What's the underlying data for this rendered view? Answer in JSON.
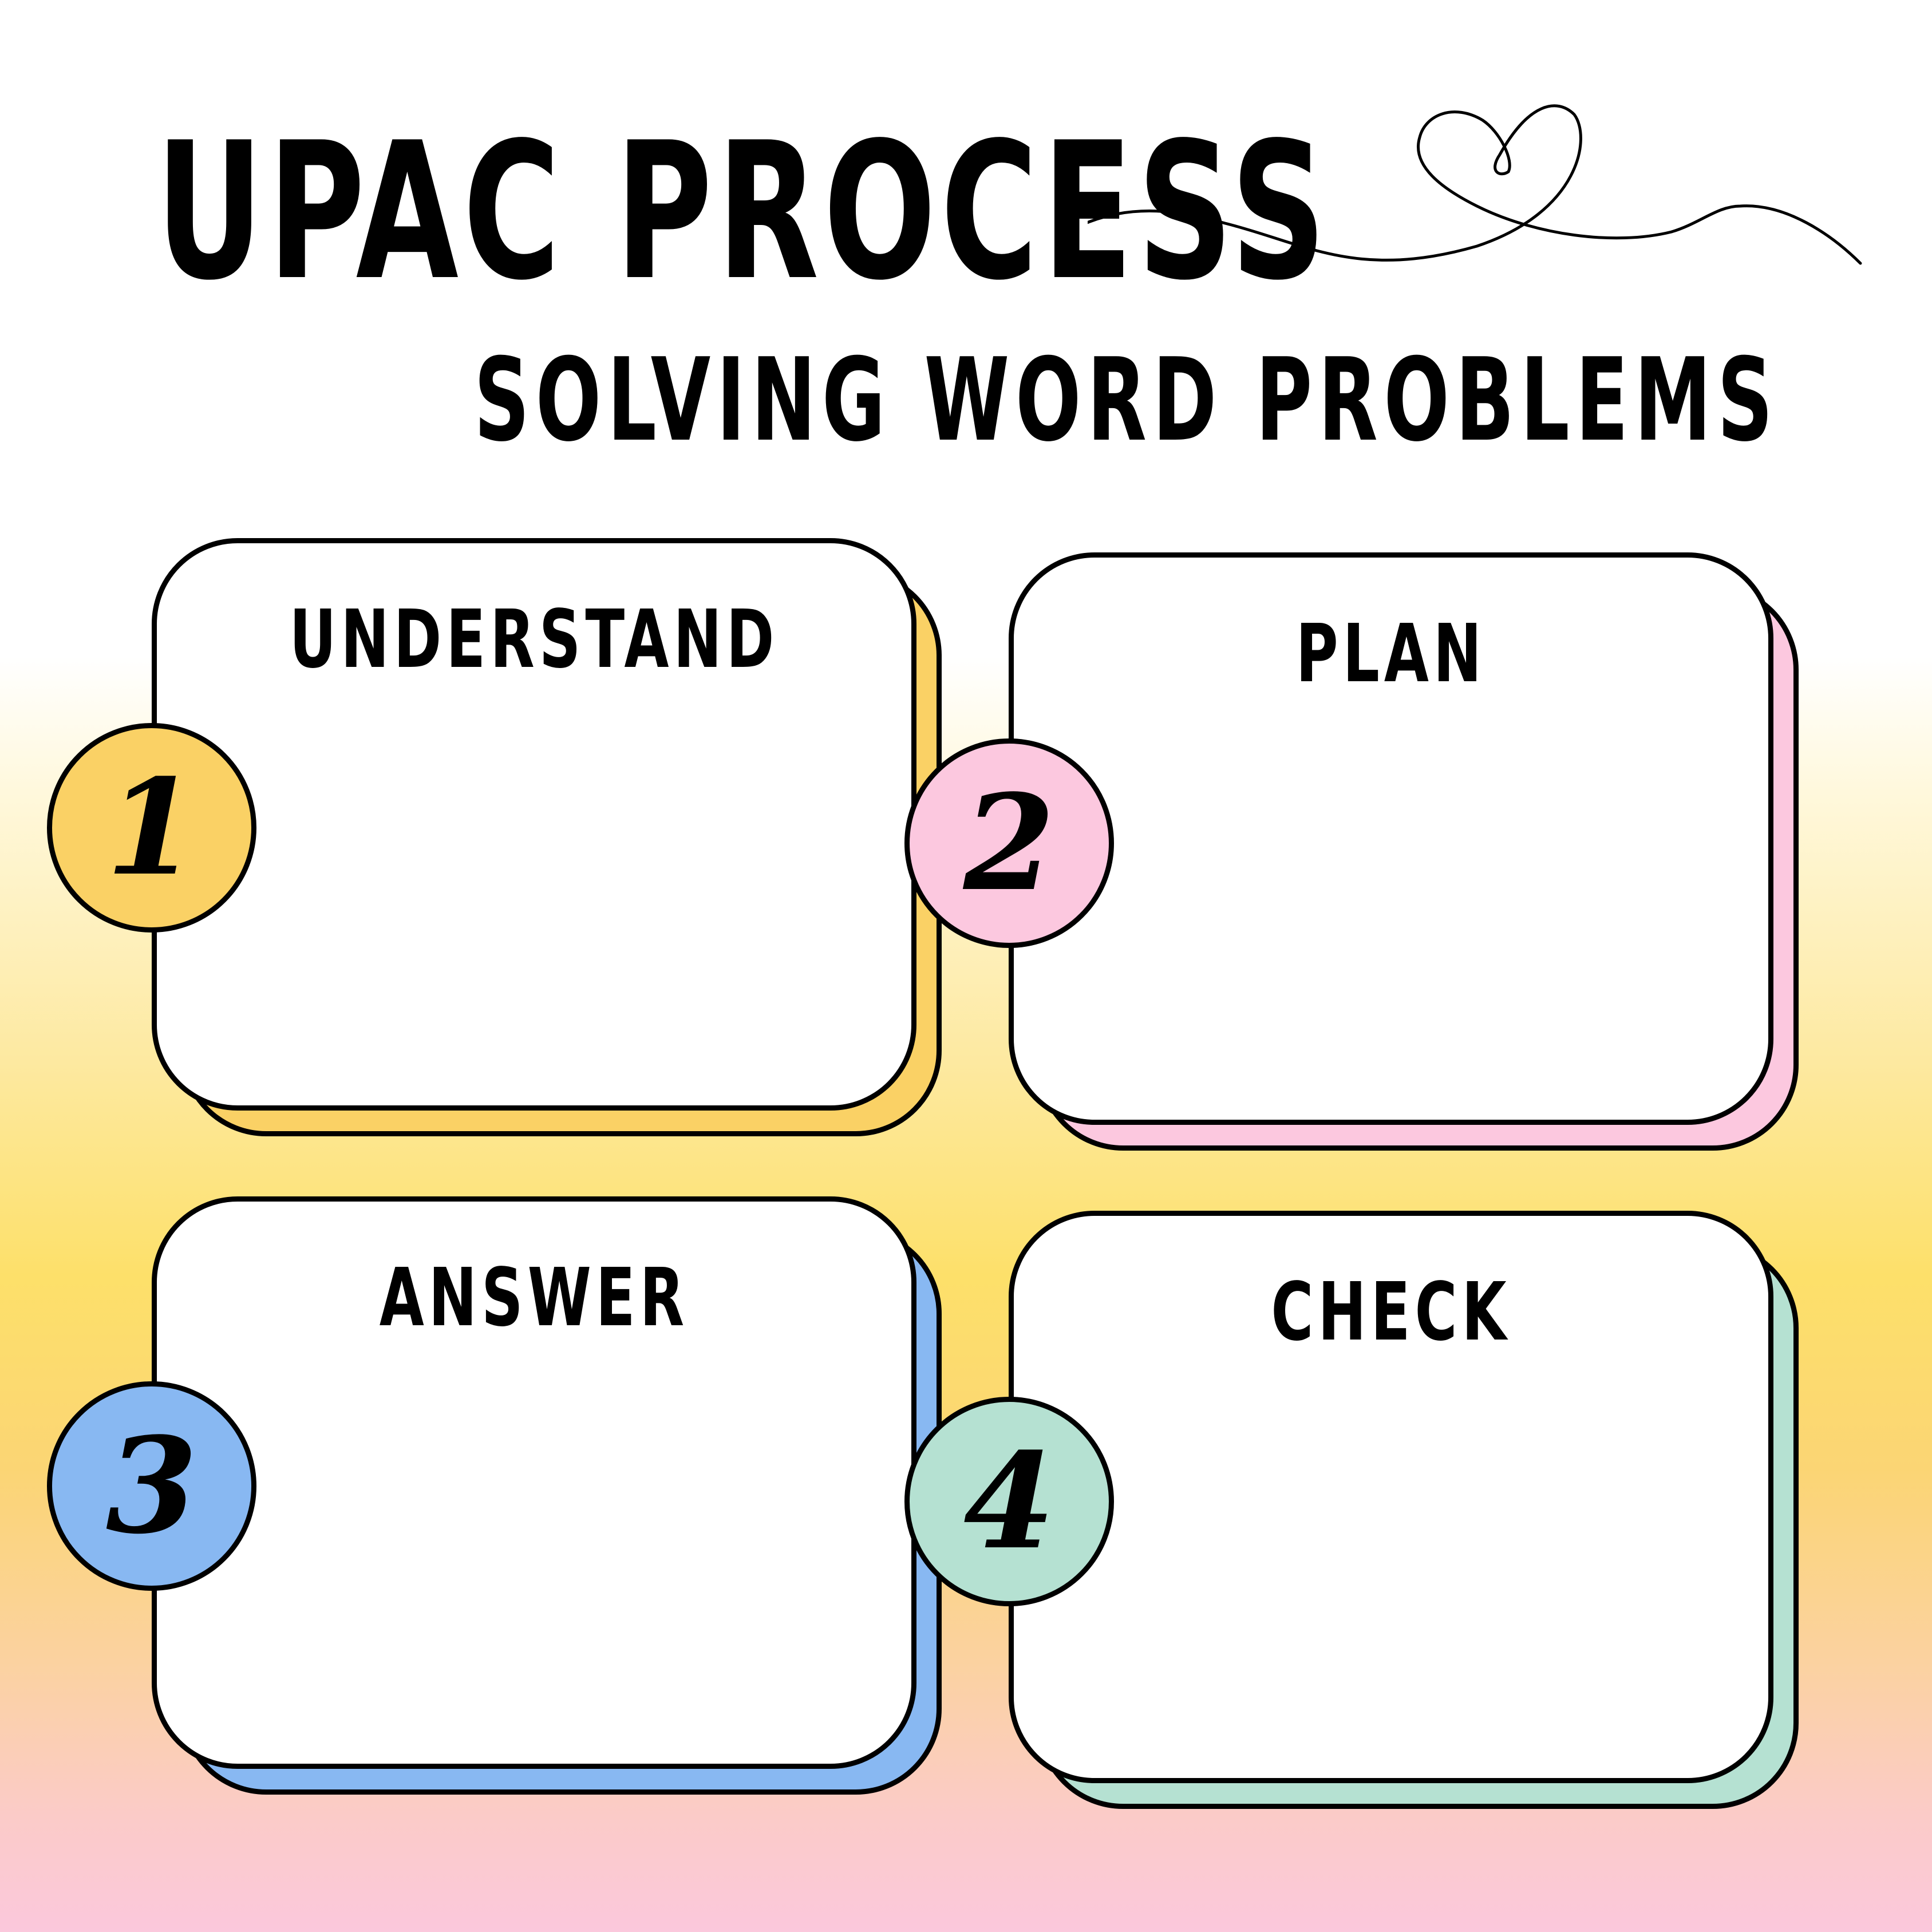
{
  "title": "UPAC PROCESS",
  "subtitle": "SOLVING WORD PROBLEMS",
  "decoration": "heart-swirl",
  "steps": [
    {
      "number": "1",
      "label": "UNDERSTAND",
      "color": "#fad165"
    },
    {
      "number": "2",
      "label": "PLAN",
      "color": "#fcc8df"
    },
    {
      "number": "3",
      "label": "ANSWER",
      "color": "#88b8f2"
    },
    {
      "number": "4",
      "label": "CHECK",
      "color": "#b5e1d2"
    }
  ]
}
